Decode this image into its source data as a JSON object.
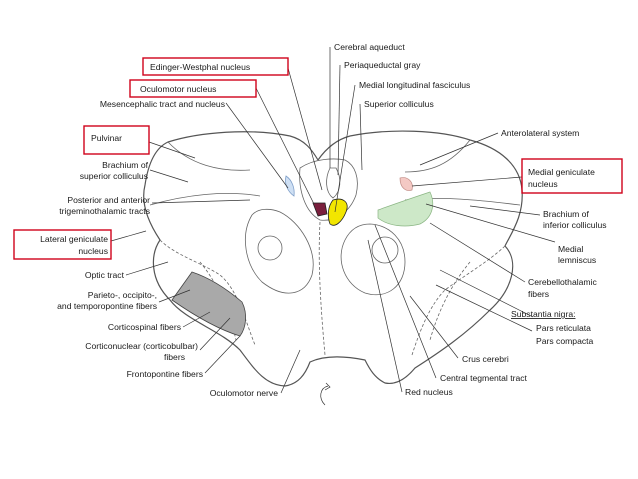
{
  "highlight_color": "#d0021b",
  "labels_left": {
    "edinger_westphal": "Edinger-Westphal nucleus",
    "oculomotor_nucleus": "Oculomotor nucleus",
    "mesencephalic": "Mesencephalic tract and nucleus",
    "pulvinar": "Pulvinar",
    "brachium_sup_1": "Brachium of",
    "brachium_sup_2": "superior colliculus",
    "post_ant_1": "Posterior and anterior",
    "post_ant_2": "trigeminothalamic tracts",
    "lat_gen_1": "Lateral geniculate",
    "lat_gen_2": "nucleus",
    "optic_tract": "Optic tract",
    "parieto_1": "Parieto-, occipito-,",
    "parieto_2": "and temporopontine fibers",
    "corticospinal": "Corticospinal fibers",
    "corticonuclear_1": "Corticonuclear (corticobulbar)",
    "corticonuclear_2": "fibers",
    "frontopontine": "Frontopontine fibers",
    "oculomotor_nerve": "Oculomotor nerve"
  },
  "labels_top": {
    "cerebral_aqueduct": "Cerebral aqueduct",
    "periaqueductal": "Periaqueductal gray",
    "mlf": "Medial longitudinal fasciculus",
    "superior_colliculus": "Superior colliculus"
  },
  "labels_right": {
    "anterolateral": "Anterolateral system",
    "medial_gen_1": "Medial geniculate",
    "medial_gen_2": "nucleus",
    "brachium_inf_1": "Brachium of",
    "brachium_inf_2": "inferior colliculus",
    "medial_lemniscus_1": "Medial",
    "medial_lemniscus_2": "lemniscus",
    "cerebellothalamic_1": "Cerebellothalamic",
    "cerebellothalamic_2": "fibers",
    "substantia_nigra": "Substantia nigra:",
    "pars_reticulata": "Pars reticulata",
    "pars_compacta": "Pars compacta",
    "crus_cerebri": "Crus cerebri",
    "central_tegmental": "Central tegmental tract",
    "red_nucleus": "Red nucleus"
  },
  "colors": {
    "oculomotor_fill": "#7a1f3d",
    "edinger_fill": "#f2e600",
    "medial_geniculate_fill": "#f4c9c4",
    "lemniscus_fill": "#cde8c8",
    "crus_fill": "#a9a9a9",
    "mesencephalic_fill": "#cfe0f4"
  }
}
